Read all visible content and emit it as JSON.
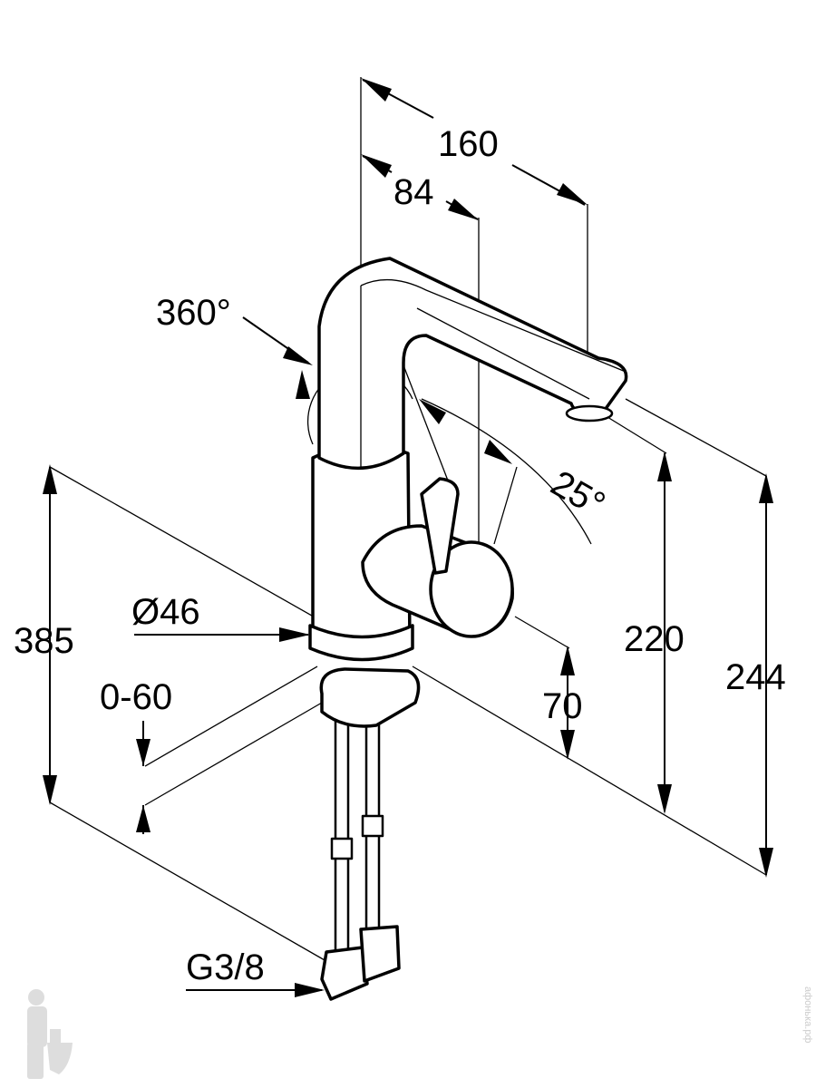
{
  "drawing": {
    "dimensions": {
      "overall_reach": "160",
      "handle_offset": "84",
      "spout_rotation": "360°",
      "lever_angle": "25°",
      "body_diameter": "Ø46",
      "total_height": "385",
      "deck_thickness": "0-60",
      "spout_height": "220",
      "top_height": "244",
      "handle_height": "70",
      "connection_thread": "G3/8"
    }
  },
  "watermark": {
    "text": "афонька.рф",
    "logo": "plumber-with-toilet-logo"
  }
}
